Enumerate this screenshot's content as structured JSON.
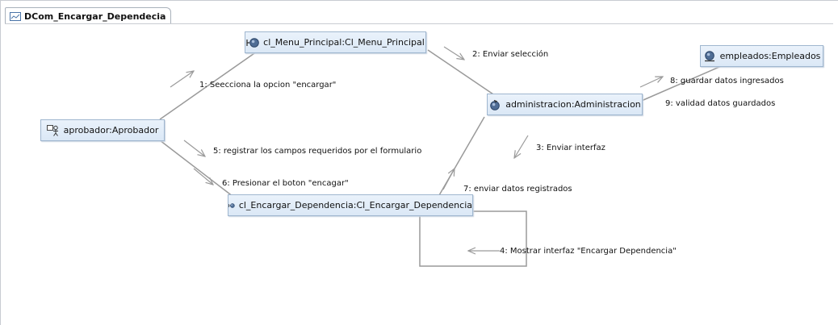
{
  "diagram": {
    "tab_title": "DCom_Encargar_Dependecia"
  },
  "nodes": {
    "menu": "cl_Menu_Principal:Cl_Menu_Principal",
    "empleados": "empleados:Empleados",
    "administracion": "administracion:Administracion",
    "aprobador": "aprobador:Aprobador",
    "encargar": "cl_Encargar_Dependencia:Cl_Encargar_Dependencia"
  },
  "messages": {
    "m1": "1: Seecciona la opcion \"encargar\"",
    "m2": "2: Enviar selección",
    "m3": "3: Enviar interfaz",
    "m4": "4: Mostrar interfaz \"Encargar Dependencia\"",
    "m5": "5: registrar los campos requeridos por el formulario",
    "m6": "6: Presionar el boton \"encagar\"",
    "m7": "7: enviar datos registrados",
    "m8": "8: guardar datos ingresados",
    "m9": "9: validad datos guardados"
  },
  "icons": {
    "tab": "diagram-icon",
    "menu": "boundary-icon",
    "encargar": "boundary-icon",
    "administracion": "control-icon",
    "empleados": "entity-icon",
    "aprobador": "actor-icon"
  }
}
